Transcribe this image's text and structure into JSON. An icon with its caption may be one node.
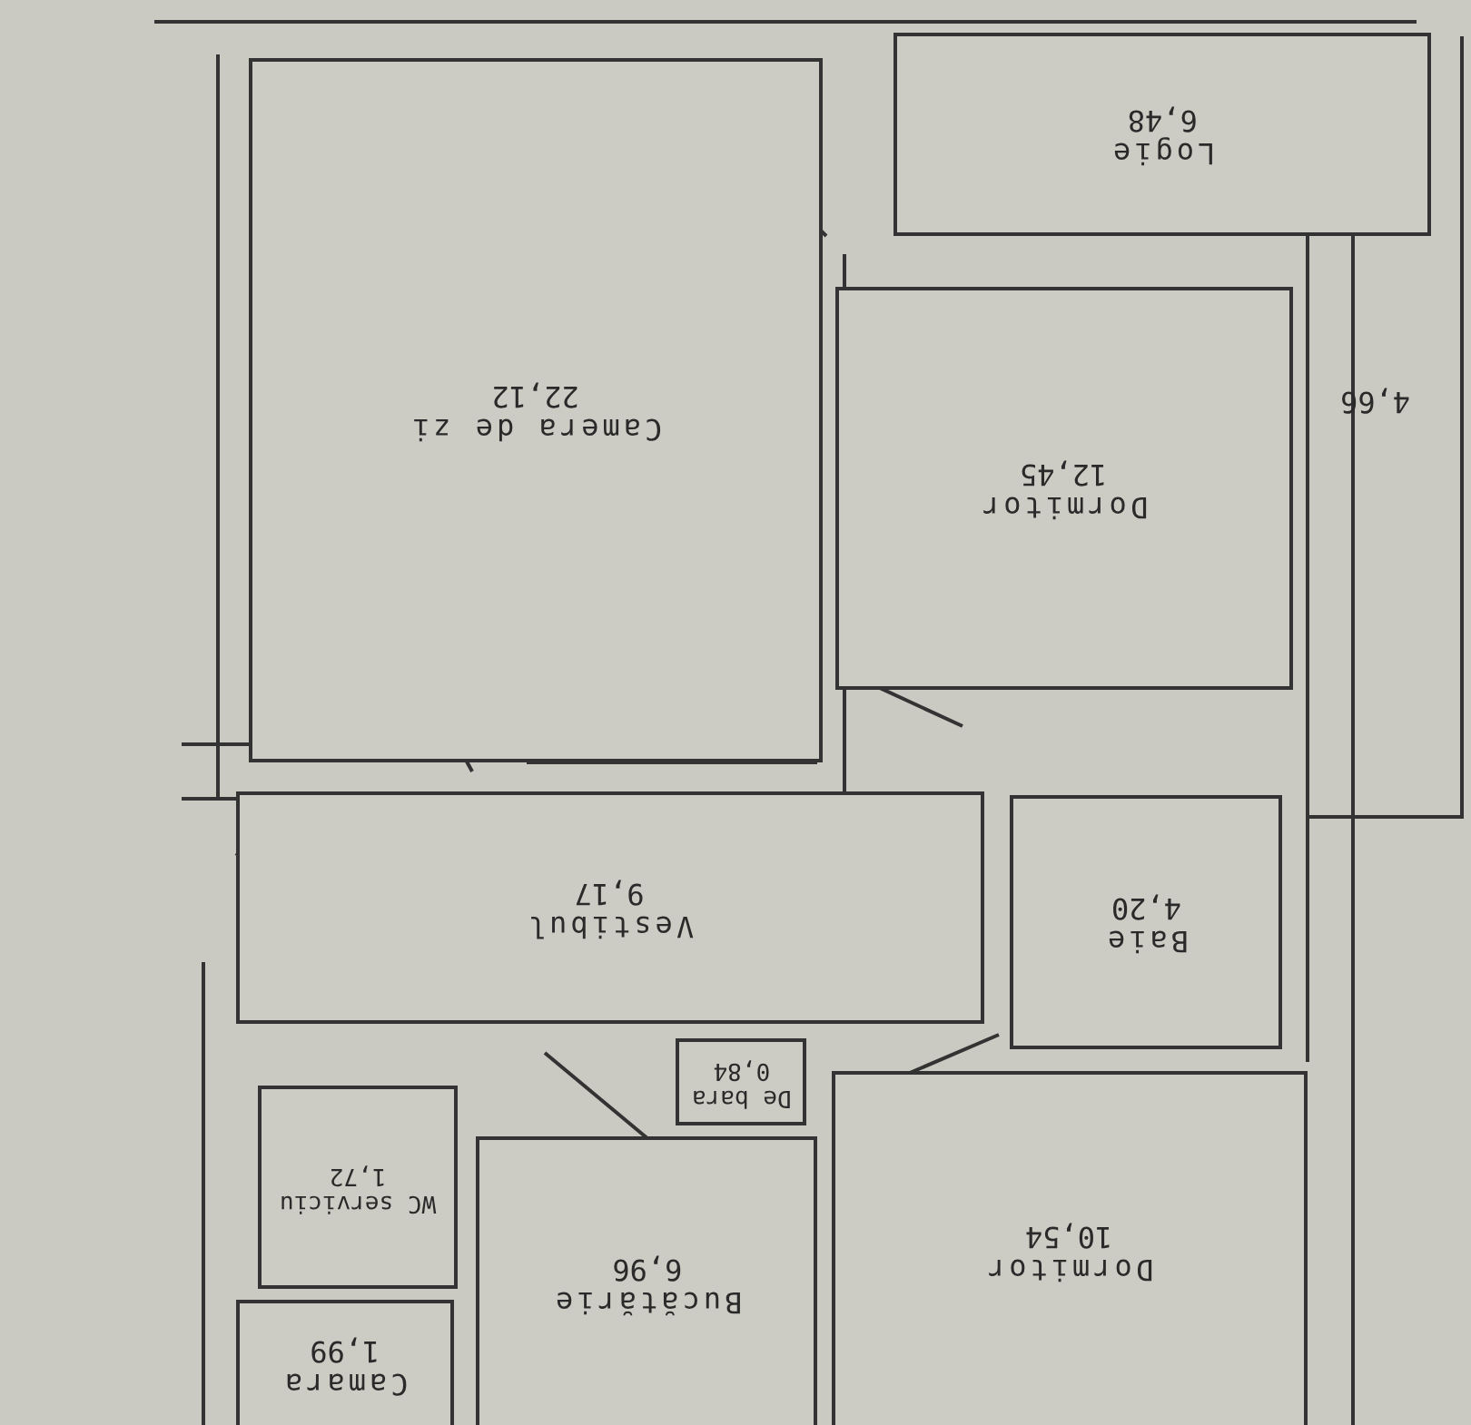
{
  "diagram": {
    "nodes": [
      {
        "text": [
          "Logie",
          "6,48"
        ]
      },
      {
        "text": [
          "Camera de zi",
          "22,12"
        ]
      },
      {
        "text": [
          "Dormitor",
          "12,45"
        ]
      },
      {
        "text": [
          "Vestibul",
          "9,17"
        ]
      },
      {
        "text": [
          "Baie",
          "4,20"
        ]
      },
      {
        "text": [
          "De bara",
          "0,84"
        ]
      },
      {
        "text": [
          "Bucătărie",
          "6,96"
        ]
      },
      {
        "text": [
          "WC serviciu",
          "1,72"
        ]
      },
      {
        "text": [
          "Dormitor",
          "10,54"
        ]
      },
      {
        "text": [
          "Camara",
          "1,99"
        ]
      }
    ],
    "labels": [
      "4,66"
    ]
  }
}
